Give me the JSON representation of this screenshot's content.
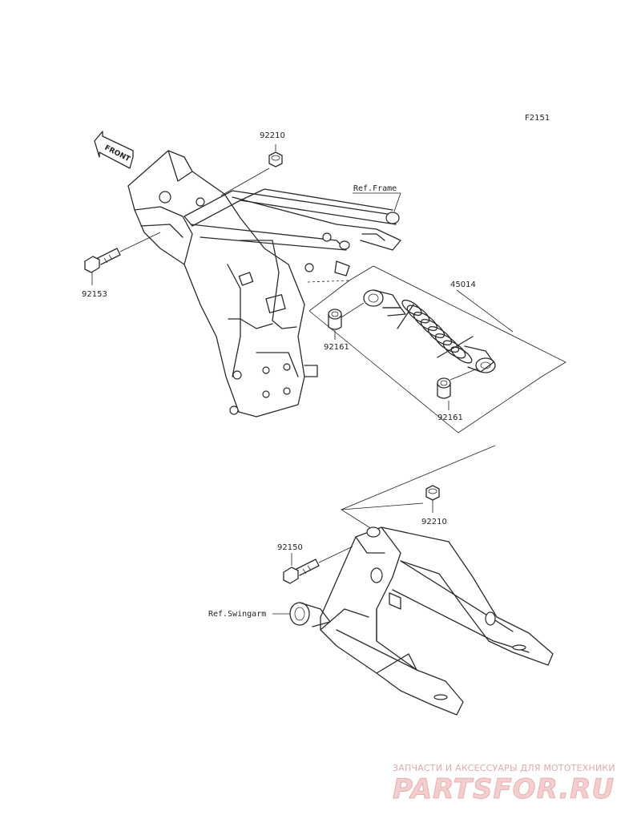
{
  "figure_code": "F2151",
  "front_arrow_label": "FRONT",
  "callouts": {
    "nut_upper": "92210",
    "bolt_upper": "92153",
    "shock_absorber": "45014",
    "bushing_upper": "92161",
    "bushing_lower": "92161",
    "bolt_lower": "92150",
    "nut_lower": "92210"
  },
  "references": {
    "frame": "Ref.Frame",
    "swingarm": "Ref.Swingarm"
  },
  "watermark": {
    "tagline": "ЗАПЧАСТИ И АКСЕССУАРЫ ДЛЯ МОТОТЕХНИКИ",
    "brand": "PARTSFOR.RU"
  }
}
